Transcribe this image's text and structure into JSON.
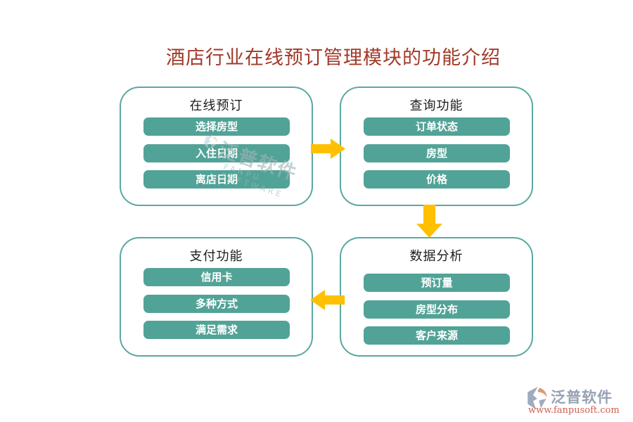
{
  "title": "酒店行业在线预订管理模块的功能介绍",
  "colors": {
    "title": "#a13a28",
    "box_border": "#5aa8a0",
    "button_bg": "#52a397",
    "arrow": "#ffc000",
    "watermark": "#9fb6b6",
    "logo_text": "#96a2b4",
    "logo_url": "#cd5f53"
  },
  "boxes": [
    {
      "header": "在线预订",
      "items": [
        "选择房型",
        "入住日期",
        "离店日期"
      ]
    },
    {
      "header": "查询功能",
      "items": [
        "订单状态",
        "房型",
        "价格"
      ]
    },
    {
      "header": "支付功能",
      "items": [
        "信用卡",
        "多种方式",
        "满足需求"
      ]
    },
    {
      "header": "数据分析",
      "items": [
        "预订量",
        "房型分布",
        "客户来源"
      ]
    }
  ],
  "arrows": [
    {
      "name": "booking-to-query",
      "direction": "right"
    },
    {
      "name": "query-to-analysis",
      "direction": "down"
    },
    {
      "name": "analysis-to-payment",
      "direction": "left"
    }
  ],
  "watermark": {
    "brand": "泛普软件",
    "sub": "FANPU SOFTWARE"
  },
  "footer_logo": {
    "brand": "泛普软件",
    "url": "www.fanpusoft.com"
  }
}
